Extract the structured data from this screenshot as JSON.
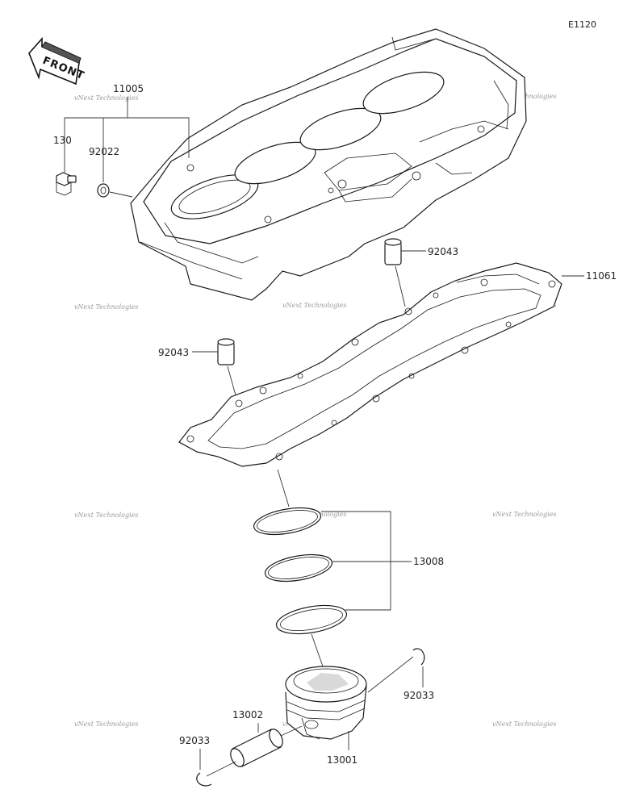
{
  "diagram_code": "E1120",
  "front_label": "FRONT",
  "watermark": "vNext Technologies",
  "parts": {
    "cylinder": "11005",
    "bolt": "130",
    "washer": "92022",
    "dowel_pin_top": "92043",
    "dowel_pin_left": "92043",
    "gasket": "11061",
    "ring_set": "13008",
    "circlip_right": "92033",
    "piston_pin": "13002",
    "circlip_left": "92033",
    "piston": "13001"
  }
}
